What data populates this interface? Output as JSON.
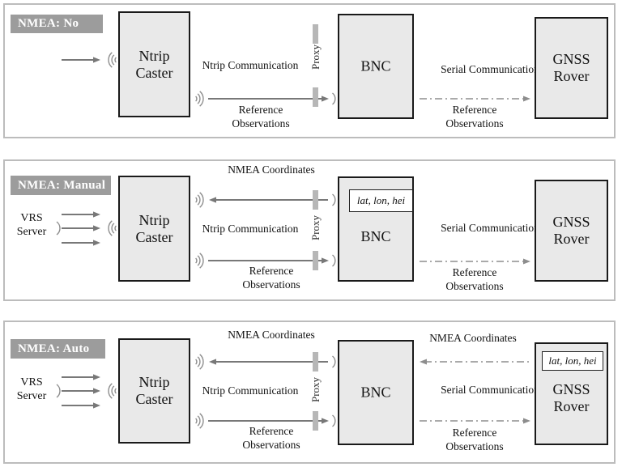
{
  "colors": {
    "panel_border": "#bcbcbc",
    "tag_background": "#9c9c9c",
    "tag_text": "#ffffff",
    "node_fill": "#e9e9e9",
    "node_border": "#1a1a1a",
    "solid_arrow": "#787878",
    "dashed_arrow": "#8d8d8d",
    "proxy_bar": "#b7b7b7",
    "text": "#111111"
  },
  "panels": [
    {
      "tag": "NMEA: No",
      "caster": "Ntrip Caster",
      "bnc": "BNC",
      "rover": "GNSS Rover",
      "proxy": "Proxy",
      "ntrip_communication": "Ntrip Communication",
      "serial_communication": "Serial Communication",
      "reference_observations_left": "Reference Observations",
      "reference_observations_right": "Reference Observations"
    },
    {
      "tag": "NMEA: Manual",
      "vrs_server": "VRS Server",
      "caster": "Ntrip Caster",
      "bnc": "BNC",
      "rover": "GNSS Rover",
      "proxy": "Proxy",
      "nmea_coordinates_left": "NMEA Coordinates",
      "ntrip_communication": "Ntrip Communication",
      "serial_communication": "Serial Communication",
      "reference_observations_left": "Reference Observations",
      "reference_observations_right": "Reference Observations",
      "coordinates_value": "lat, lon, hei"
    },
    {
      "tag": "NMEA: Auto",
      "vrs_server": "VRS Server",
      "caster": "Ntrip Caster",
      "bnc": "BNC",
      "rover": "GNSS Rover",
      "proxy": "Proxy",
      "nmea_coordinates_left": "NMEA Coordinates",
      "nmea_coordinates_right": "NMEA Coordinates",
      "ntrip_communication": "Ntrip Communication",
      "serial_communication": "Serial Communication",
      "reference_observations_left": "Reference Observations",
      "reference_observations_right": "Reference Observations",
      "coordinates_value": "lat, lon, hei"
    }
  ]
}
